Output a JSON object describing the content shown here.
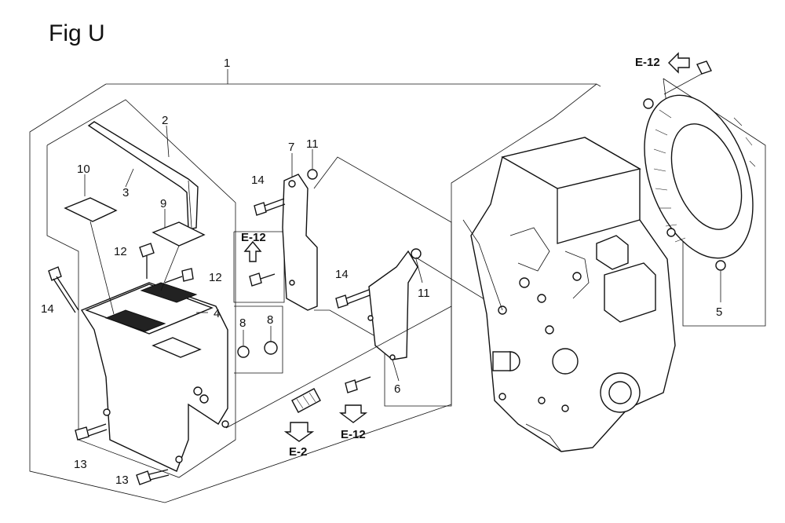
{
  "figure": {
    "title": "Fig U"
  },
  "callouts": {
    "c1": "1",
    "c2": "2",
    "c3": "3",
    "c4": "4",
    "c5": "5",
    "c6": "6",
    "c7": "7",
    "c8a": "8",
    "c8b": "8",
    "c9": "9",
    "c10": "10",
    "c11a": "11",
    "c11b": "11",
    "c12a": "12",
    "c12b": "12",
    "c13a": "13",
    "c13b": "13",
    "c14a": "14",
    "c14b": "14",
    "c14c": "14"
  },
  "references": {
    "r1": "E-12",
    "r2": "E-12",
    "r3": "E-12",
    "r4": "E-2"
  },
  "colors": {
    "line": "#111111",
    "background": "#ffffff"
  }
}
